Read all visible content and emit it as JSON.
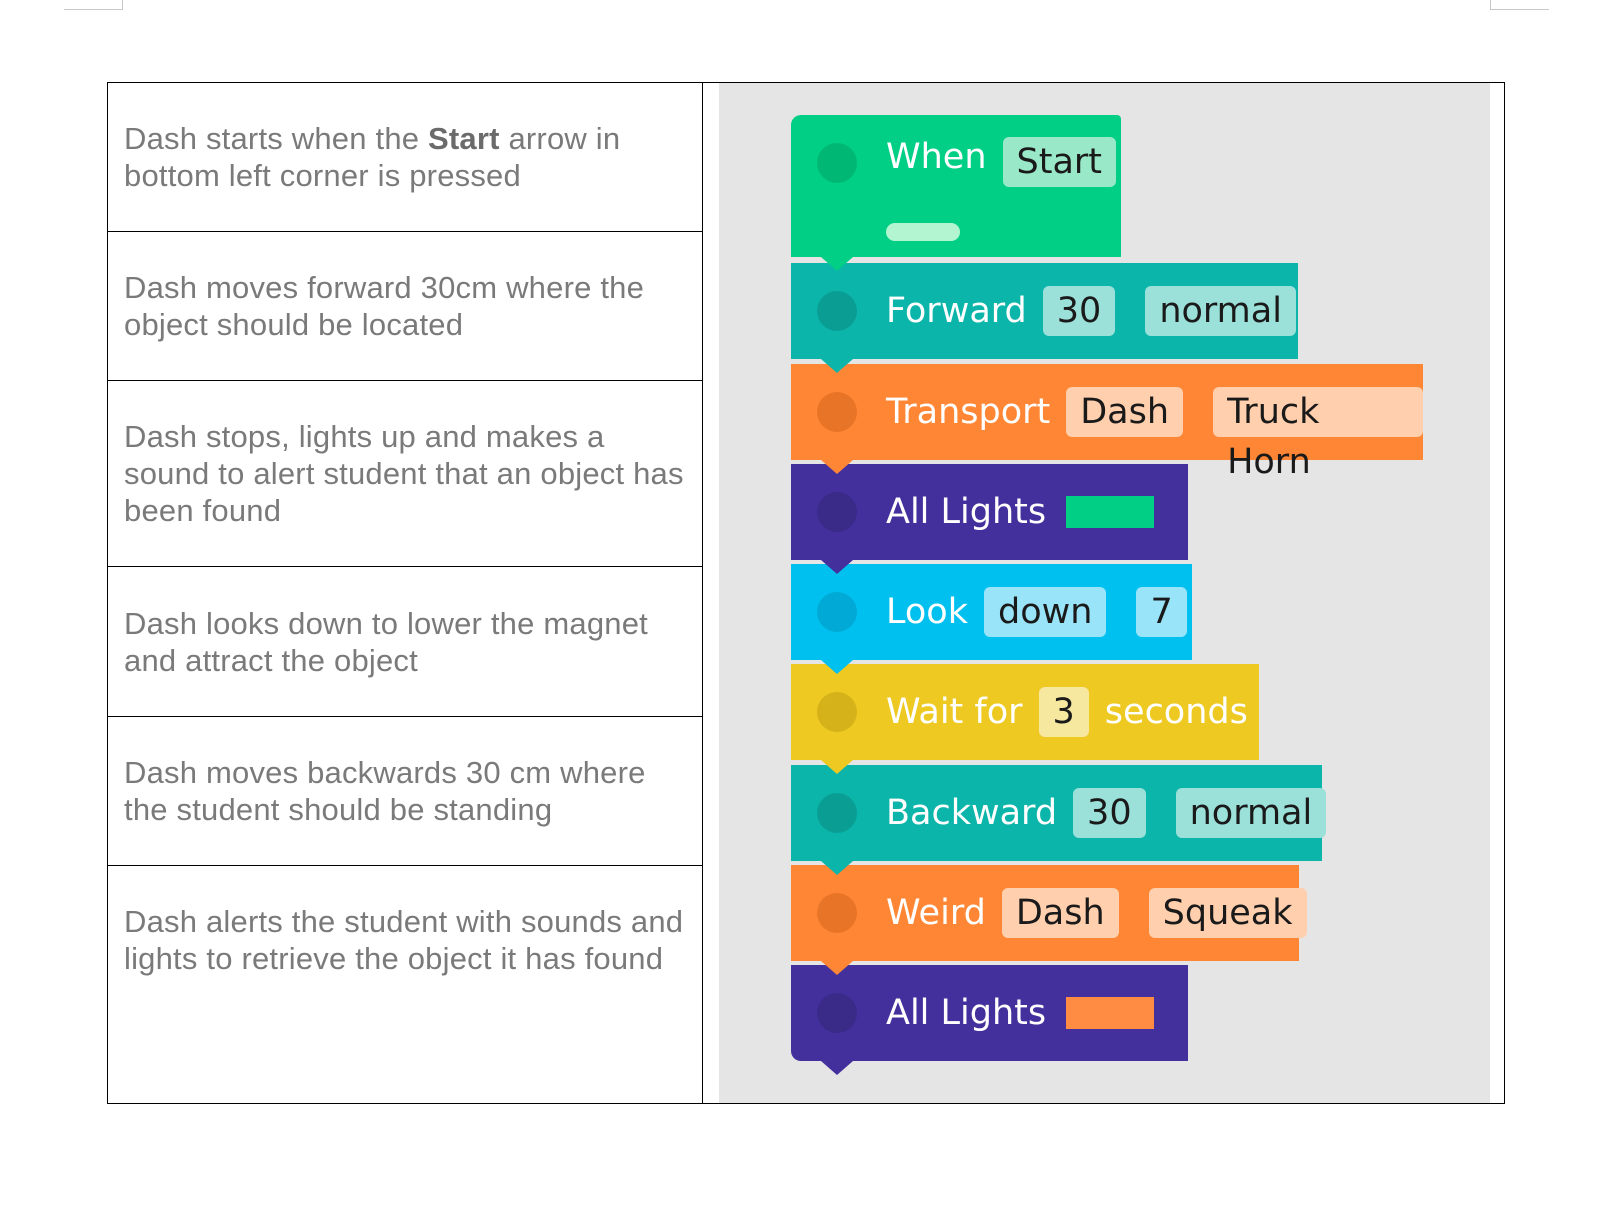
{
  "descriptions": [
    {
      "pre": "Dash starts when the ",
      "bold": "Start",
      "post": " arrow in bottom left corner is pressed"
    },
    {
      "text": "Dash moves forward 30cm where the object should be located"
    },
    {
      "text": "Dash stops, lights up and makes a sound to alert student that an object has been found"
    },
    {
      "text": "Dash looks down to lower the magnet and attract the object"
    },
    {
      "text": "Dash moves backwards 30 cm where the student should be standing"
    },
    {
      "text": "Dash alerts the student with sounds and lights to retrieve the object it has found"
    }
  ],
  "blocks": [
    {
      "label": "When",
      "params": [
        "Start"
      ],
      "color": "#00cf85",
      "chip": "#99e9c8"
    },
    {
      "label": "Forward",
      "params": [
        "30",
        "normal"
      ],
      "color": "#0cb5aa",
      "chip": "#9be0d9"
    },
    {
      "label": "Transport",
      "params": [
        "Dash",
        "Truck Horn"
      ],
      "color": "#ff8634",
      "chip": "#ffcfae"
    },
    {
      "label": "All Lights",
      "swatch": "#00cf85",
      "color": "#43309c"
    },
    {
      "label": "Look",
      "params": [
        "down",
        "7"
      ],
      "color": "#00c0ef",
      "chip": "#99e4f8"
    },
    {
      "label": "Wait for",
      "params": [
        "3"
      ],
      "suffix": "seconds",
      "color": "#edc922",
      "chip": "#f7e8a0"
    },
    {
      "label": "Backward",
      "params": [
        "30",
        "normal"
      ],
      "color": "#0cb5aa",
      "chip": "#9be0d9"
    },
    {
      "label": "Weird",
      "params": [
        "Dash",
        "Squeak"
      ],
      "color": "#ff8634",
      "chip": "#ffcfae"
    },
    {
      "label": "All Lights",
      "swatch": "#ff8c42",
      "color": "#43309c"
    }
  ]
}
